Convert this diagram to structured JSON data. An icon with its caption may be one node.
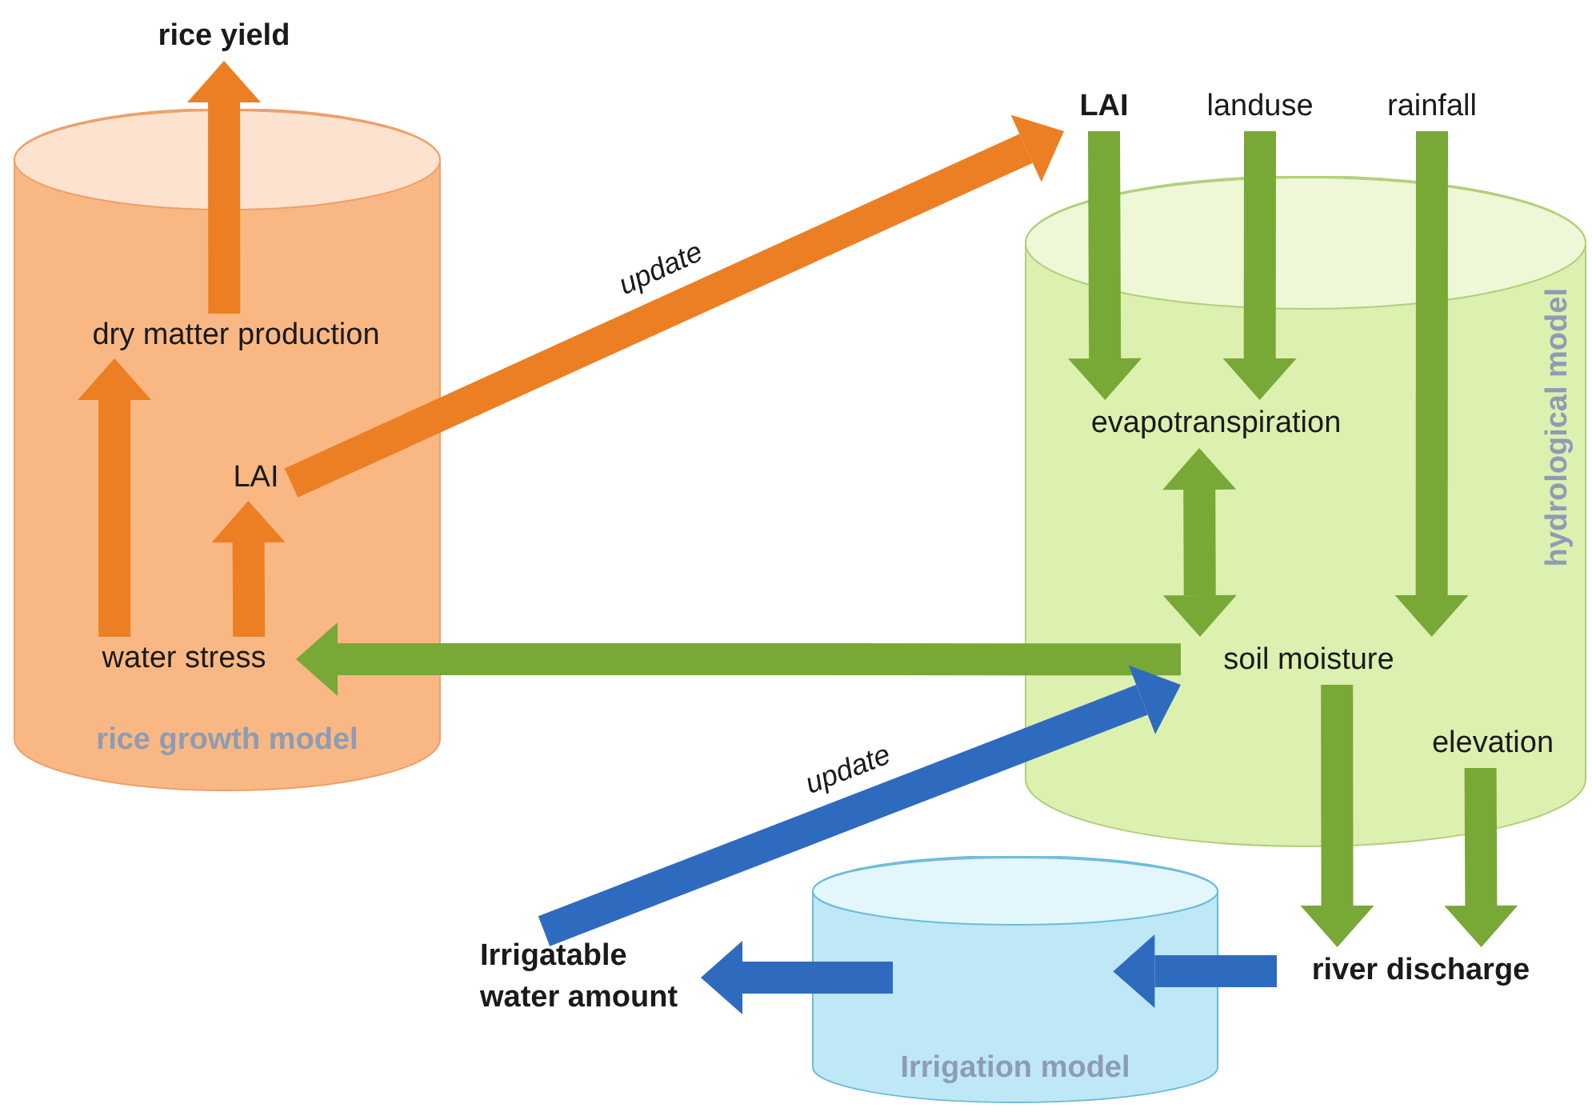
{
  "diagram": {
    "nodes": [
      {
        "text": [
          "rice growth model"
        ]
      },
      {
        "text": [
          "rice yield"
        ]
      },
      {
        "text": [
          "dry matter production"
        ],
        "in": 0
      },
      {
        "text": [
          "LAI"
        ],
        "in": 0
      },
      {
        "text": [
          "water stress"
        ],
        "in": 0
      },
      {
        "text": [
          "hydrological model"
        ]
      },
      {
        "text": [
          "LAI"
        ]
      },
      {
        "text": [
          "landuse"
        ]
      },
      {
        "text": [
          "rainfall"
        ]
      },
      {
        "text": [
          "evapotranspiration"
        ],
        "in": 5
      },
      {
        "text": [
          "soil moisture"
        ],
        "in": 5
      },
      {
        "text": [
          "elevation"
        ],
        "in": 5
      },
      {
        "text": [
          "Irrigation model"
        ]
      },
      {
        "text": [
          "river discharge"
        ]
      },
      {
        "text": [
          "Irrigatable water amount"
        ]
      }
    ],
    "edges": [
      {
        "from": 2,
        "to": 1,
        "arrow": "to",
        "color": "#ec7f23"
      },
      {
        "from": 4,
        "to": 2,
        "arrow": "to",
        "color": "#ec7f23"
      },
      {
        "from": 4,
        "to": 3,
        "arrow": "to",
        "color": "#ec7f23"
      },
      {
        "from": 3,
        "to": 6,
        "arrow": "to",
        "label": "update",
        "color": "#ec7f23"
      },
      {
        "from": 6,
        "to": 9,
        "arrow": "to"
      },
      {
        "from": 7,
        "to": 9,
        "arrow": "to"
      },
      {
        "from": 8,
        "to": 10,
        "arrow": "to"
      },
      {
        "from": 9,
        "to": 10,
        "arrow": "both"
      },
      {
        "from": 10,
        "to": 4,
        "arrow": "to"
      },
      {
        "from": 10,
        "to": 13,
        "arrow": "to"
      },
      {
        "from": 11,
        "to": 13,
        "arrow": "to"
      },
      {
        "from": 13,
        "to": 12,
        "arrow": "to",
        "color": "#2e6bbf"
      },
      {
        "from": 12,
        "to": 14,
        "arrow": "to",
        "color": "#2e6bbf"
      },
      {
        "from": 14,
        "to": 10,
        "arrow": "to",
        "label": "update",
        "color": "#2e6bbf"
      }
    ]
  }
}
